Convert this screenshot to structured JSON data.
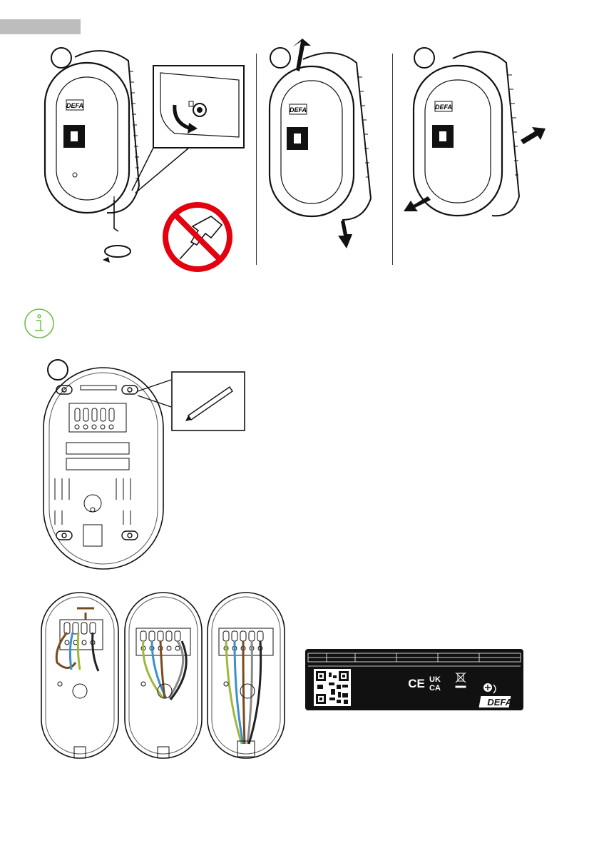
{
  "brand": {
    "name": "DEFA"
  },
  "label": {
    "marks_ce": "CE",
    "marks_ukca_top": "UK",
    "marks_ukca_bottom": "CA"
  },
  "colors": {
    "line": "#111111",
    "prohibited": "#e3000f",
    "info": "#6dbe45",
    "tab": "#bdbdbd",
    "wire_brown": "#7a4a1e",
    "wire_blue": "#3a8fd0",
    "wire_green_yellow": "#9fb83a",
    "wire_grey": "#8a8a8a",
    "wire_black": "#222222"
  },
  "icons": [
    "info-icon",
    "pencil-icon",
    "no-drill-icon",
    "rotate-arrow-icon",
    "qr-code-icon",
    "weee-bin-icon",
    "screw-torque-icon"
  ]
}
